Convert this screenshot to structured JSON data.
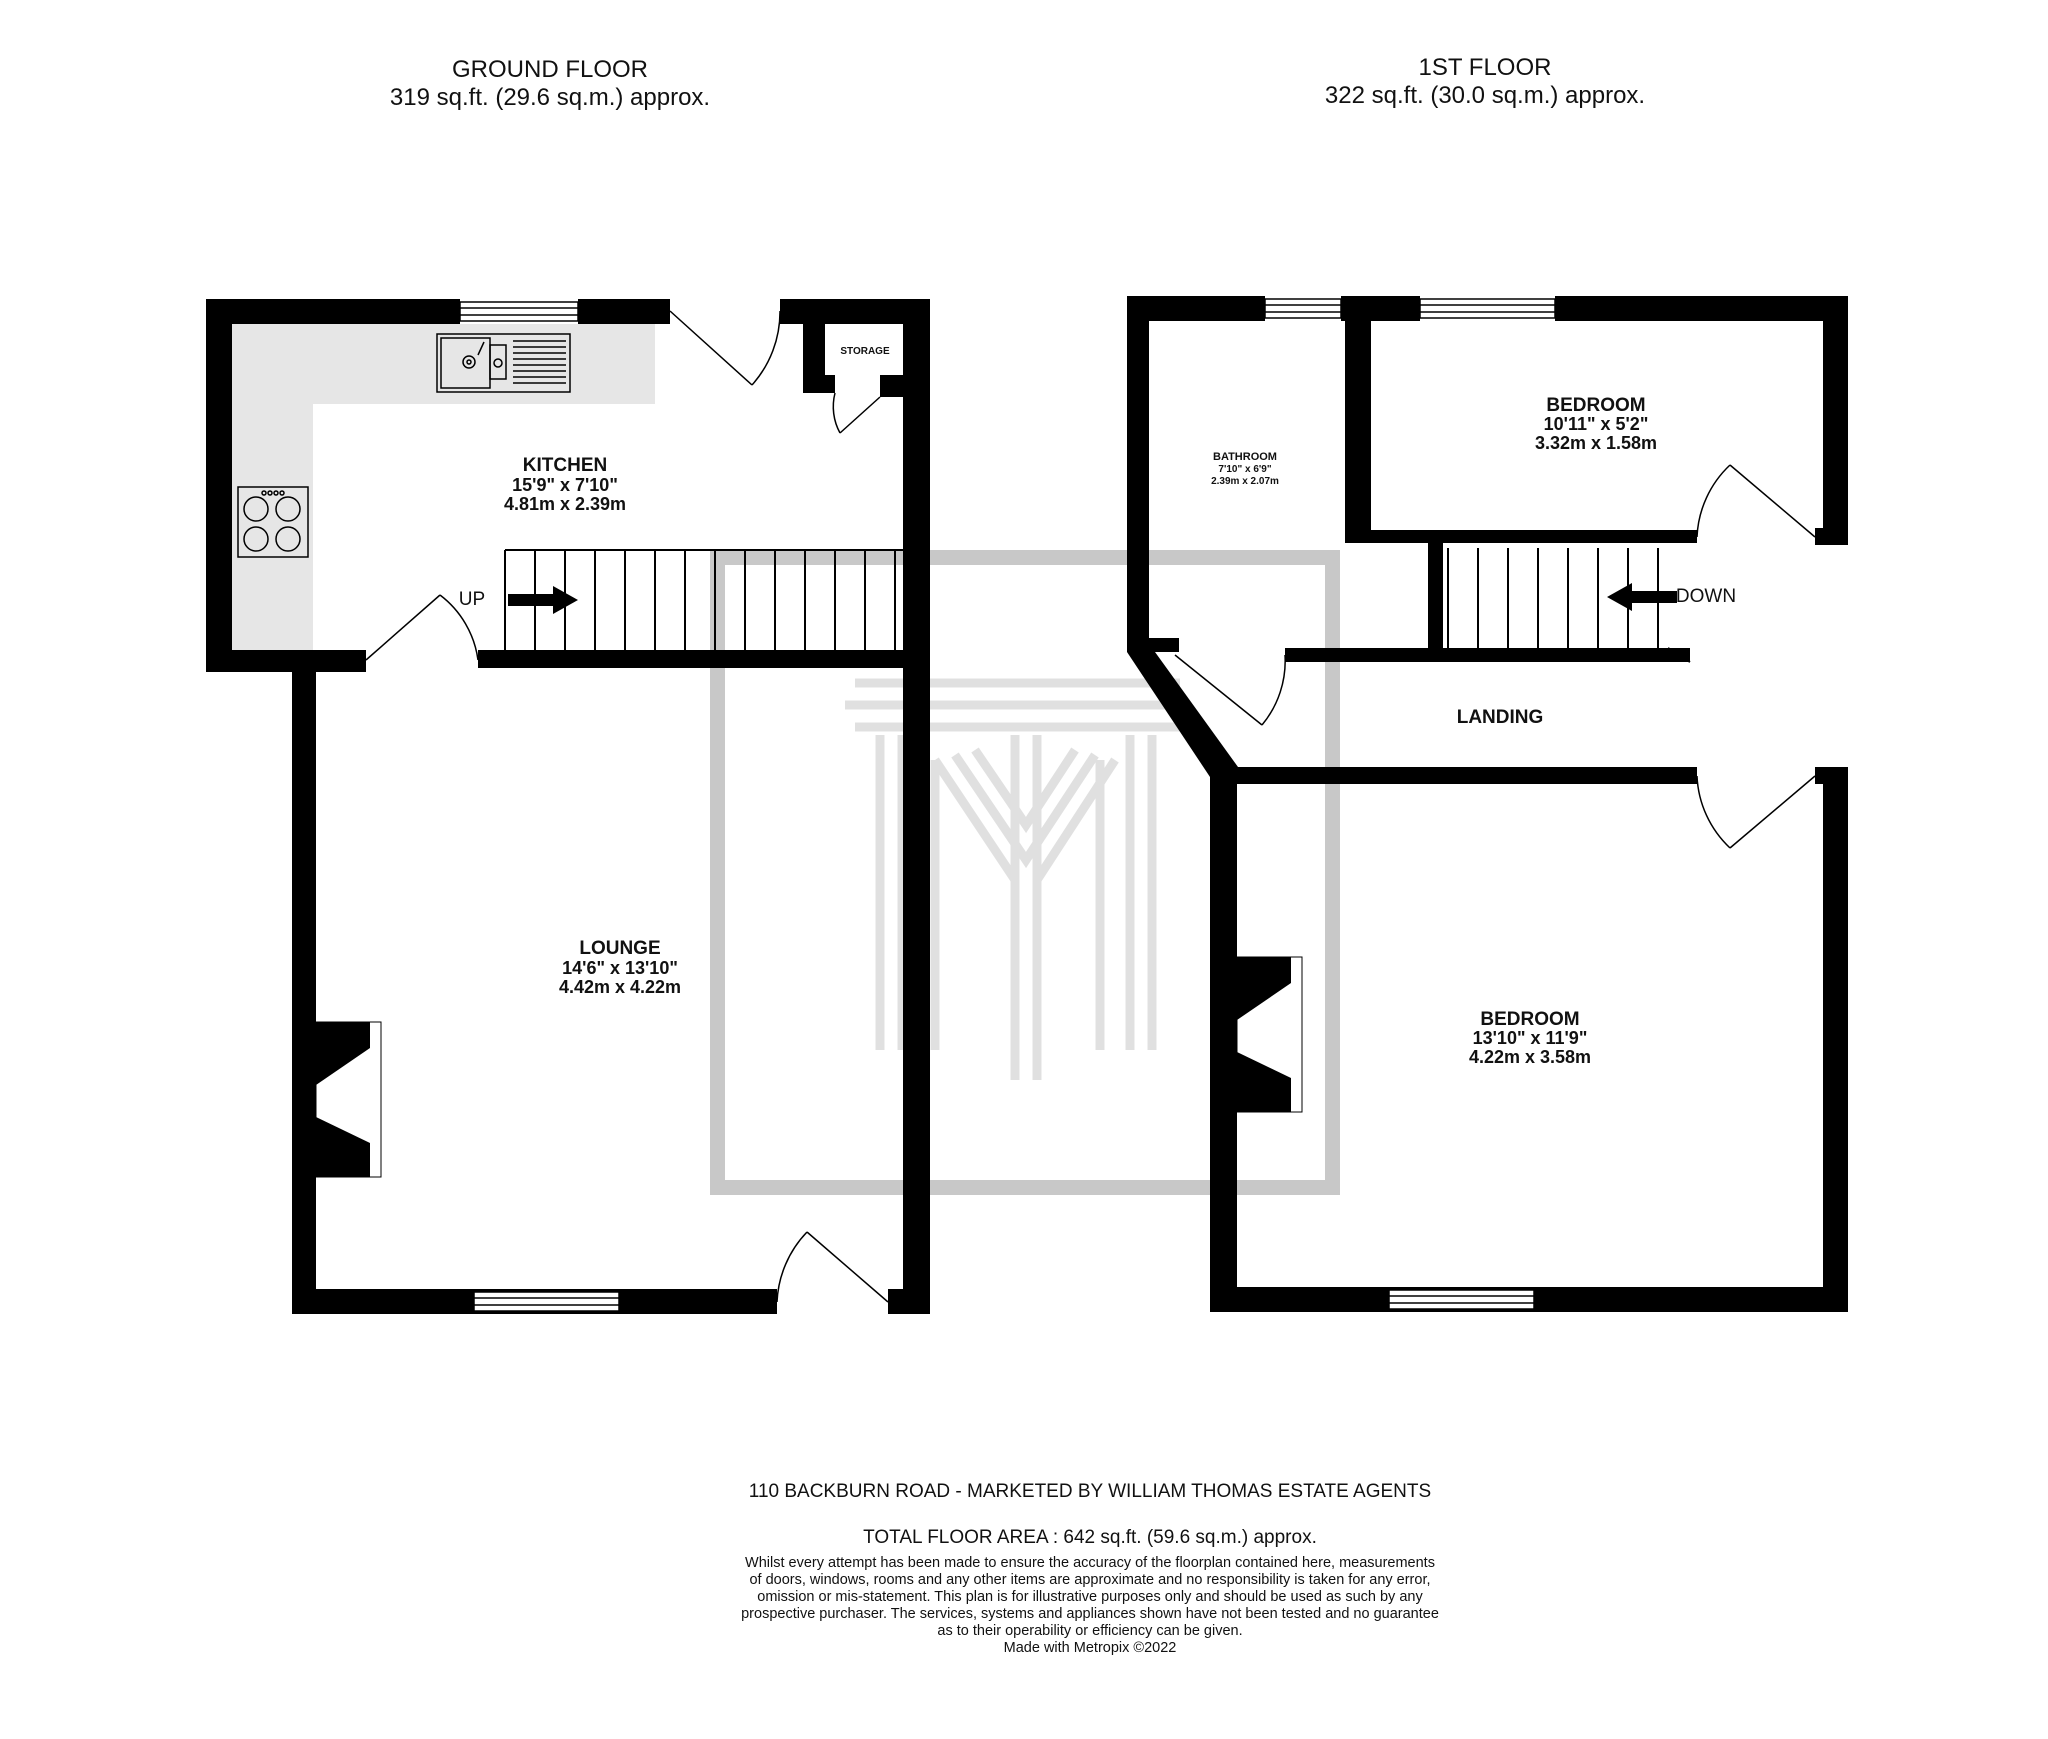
{
  "ground_floor": {
    "title": "GROUND FLOOR",
    "area": "319 sq.ft. (29.6 sq.m.) approx.",
    "kitchen": {
      "name": "KITCHEN",
      "imperial": "15'9\"  x 7'10\"",
      "metric": "4.81m  x 2.39m"
    },
    "storage": {
      "name": "STORAGE"
    },
    "lounge": {
      "name": "LOUNGE",
      "imperial": "14'6\"  x 13'10\"",
      "metric": "4.42m  x 4.22m"
    },
    "stairs_label": "UP"
  },
  "first_floor": {
    "title": "1ST FLOOR",
    "area": "322 sq.ft. (30.0 sq.m.) approx.",
    "bathroom": {
      "name": "BATHROOM",
      "imperial": "7'10\"  x 6'9\"",
      "metric": "2.39m  x 2.07m"
    },
    "bedroom_small": {
      "name": "BEDROOM",
      "imperial": "10'11\"  x 5'2\"",
      "metric": "3.32m  x 1.58m"
    },
    "landing": {
      "name": "LANDING"
    },
    "bedroom_large": {
      "name": "BEDROOM",
      "imperial": "13'10\"  x 11'9\"",
      "metric": "4.22m  x 3.58m"
    },
    "stairs_label": "DOWN"
  },
  "footer": {
    "address": "110 BACKBURN ROAD - MARKETED BY WILLIAM THOMAS ESTATE AGENTS",
    "total": "TOTAL FLOOR AREA : 642 sq.ft. (59.6 sq.m.) approx.",
    "disclaimer_lines": [
      "Whilst every attempt has been made to ensure the accuracy of the floorplan contained here, measurements",
      "of doors, windows, rooms and any other items are approximate and no responsibility is taken for any error,",
      "omission or mis-statement. This plan is for illustrative purposes only and should be used as such by any",
      "prospective purchaser. The services, systems and appliances shown have not been tested and no guarantee",
      "as to their operability or efficiency can be given."
    ],
    "credit": "Made with Metropix ©2022"
  },
  "colors": {
    "wall": "#000000",
    "counter": "#e6e6e6",
    "watermark": "#b4b4b4",
    "background": "#ffffff"
  },
  "icons": [
    "sink-icon",
    "hob-icon",
    "fireplace-icon",
    "stairs-arrow-icon",
    "watermark-logo-icon"
  ]
}
